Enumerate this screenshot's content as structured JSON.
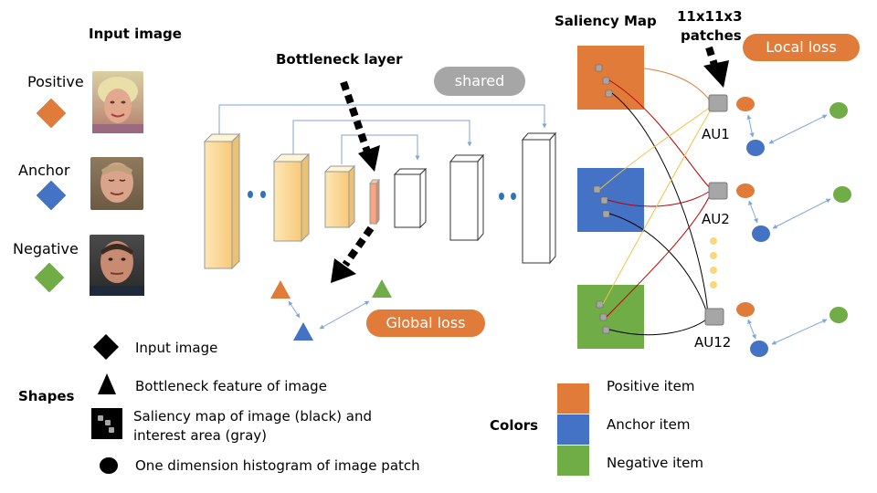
{
  "inputs": {
    "title": "Input image",
    "positive_label": "Positive",
    "anchor_label": "Anchor",
    "negative_label": "Negative"
  },
  "network": {
    "bottleneck_label": "Bottleneck layer",
    "shared_label": "shared",
    "global_loss_label": "Global loss"
  },
  "saliency": {
    "title": "Saliency Map",
    "patches_label_line1": "11x11x3",
    "patches_label_line2": "patches",
    "local_loss_label": "Local loss",
    "au_labels": [
      "AU1",
      "AU2",
      "AU12"
    ]
  },
  "shapes_legend": {
    "title": "Shapes",
    "items": [
      "Input image",
      "Bottleneck feature of image",
      "Saliency map of image (black) and",
      "interest area (gray)",
      "One dimension histogram of image patch"
    ]
  },
  "colors_legend": {
    "title": "Colors",
    "items": [
      "Positive item",
      "Anchor item",
      "Negative item"
    ]
  },
  "colors": {
    "positive": "#e07b39",
    "anchor": "#4472c4",
    "negative": "#70ad47",
    "block_fill": "#fbdc93",
    "bottleneck_fill": "#f4a582",
    "gray_pill": "#a6a6a6",
    "patch_gray": "#999999"
  }
}
